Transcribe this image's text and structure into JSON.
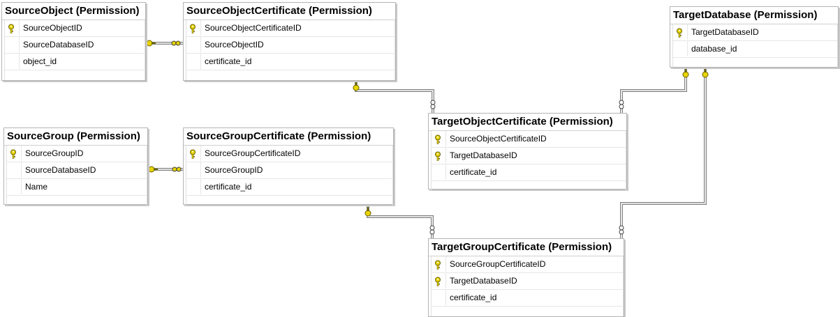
{
  "diagram": {
    "tables": [
      {
        "id": "source-object",
        "title": "SourceObject (Permission)",
        "columns": [
          {
            "name": "SourceObjectID",
            "key": true
          },
          {
            "name": "SourceDatabaseID",
            "key": false
          },
          {
            "name": "object_id",
            "key": false
          }
        ]
      },
      {
        "id": "source-object-certificate",
        "title": "SourceObjectCertificate (Permission)",
        "columns": [
          {
            "name": "SourceObjectCertificateID",
            "key": true
          },
          {
            "name": "SourceObjectID",
            "key": false
          },
          {
            "name": "certificate_id",
            "key": false
          }
        ]
      },
      {
        "id": "target-database",
        "title": "TargetDatabase (Permission)",
        "columns": [
          {
            "name": "TargetDatabaseID",
            "key": true
          },
          {
            "name": "database_id",
            "key": false
          }
        ]
      },
      {
        "id": "source-group",
        "title": "SourceGroup (Permission)",
        "columns": [
          {
            "name": "SourceGroupID",
            "key": true
          },
          {
            "name": "SourceDatabaseID",
            "key": false
          },
          {
            "name": "Name",
            "key": false
          }
        ]
      },
      {
        "id": "source-group-certificate",
        "title": "SourceGroupCertificate (Permission)",
        "columns": [
          {
            "name": "SourceGroupCertificateID",
            "key": true
          },
          {
            "name": "SourceGroupID",
            "key": false
          },
          {
            "name": "certificate_id",
            "key": false
          }
        ]
      },
      {
        "id": "target-object-certificate",
        "title": "TargetObjectCertificate (Permission)",
        "columns": [
          {
            "name": "SourceObjectCertificateID",
            "key": true
          },
          {
            "name": "TargetDatabaseID",
            "key": true
          },
          {
            "name": "certificate_id",
            "key": false
          }
        ]
      },
      {
        "id": "target-group-certificate",
        "title": "TargetGroupCertificate (Permission)",
        "columns": [
          {
            "name": "SourceGroupCertificateID",
            "key": true
          },
          {
            "name": "TargetDatabaseID",
            "key": true
          },
          {
            "name": "certificate_id",
            "key": false
          }
        ]
      }
    ],
    "relationships": [
      {
        "from": "source-object",
        "to": "source-object-certificate"
      },
      {
        "from": "source-group",
        "to": "source-group-certificate"
      },
      {
        "from": "source-object-certificate",
        "to": "target-object-certificate"
      },
      {
        "from": "source-group-certificate",
        "to": "target-group-certificate"
      },
      {
        "from": "target-database",
        "to": "target-object-certificate"
      },
      {
        "from": "target-database",
        "to": "target-group-certificate"
      }
    ],
    "colors": {
      "key": "#e8d400",
      "key_outline": "#6b6200",
      "line": "#808080",
      "border": "#b4b4b4"
    }
  }
}
